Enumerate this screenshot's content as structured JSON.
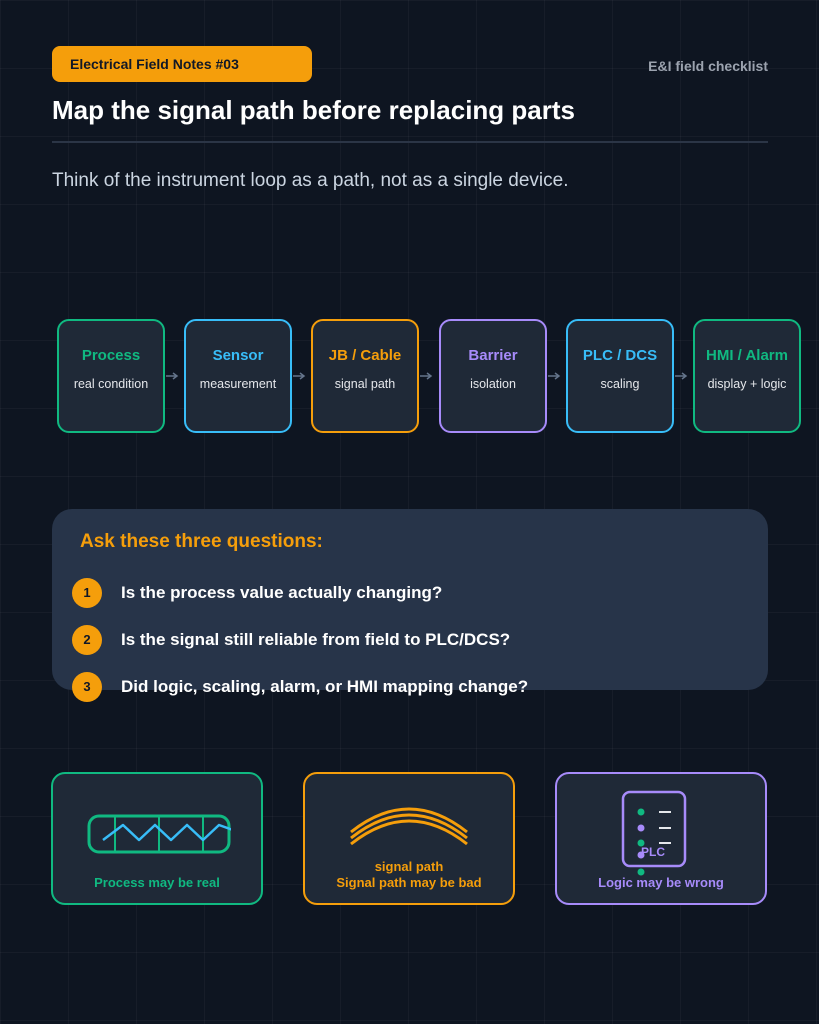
{
  "header": {
    "badge": "Electrical Field Notes #03",
    "topright": "E&I field checklist",
    "title": "Map the signal path before replacing parts",
    "subtitle": "Think of the instrument loop as a path, not as a single device."
  },
  "steps": [
    {
      "name": "Process",
      "desc": "real condition",
      "color": "#10b981"
    },
    {
      "name": "Sensor",
      "desc": "measurement",
      "color": "#38bdf8"
    },
    {
      "name": "JB / Cable",
      "desc": "signal path",
      "color": "#f59e0b"
    },
    {
      "name": "Barrier",
      "desc": "isolation",
      "color": "#a78bfa"
    },
    {
      "name": "PLC / DCS",
      "desc": "scaling",
      "color": "#38bdf8"
    },
    {
      "name": "HMI / Alarm",
      "desc": "display + logic",
      "color": "#10b981"
    }
  ],
  "questions": {
    "title": "Ask these three questions:",
    "items": [
      {
        "num": "1",
        "text": "Is the process value actually changing?"
      },
      {
        "num": "2",
        "text": "Is the signal still reliable from field to PLC/DCS?"
      },
      {
        "num": "3",
        "text": "Did logic, scaling, alarm, or HMI mapping change?"
      }
    ]
  },
  "cards": [
    {
      "label": "Process may be real",
      "color": "#10b981",
      "icon": "process-wave-icon"
    },
    {
      "caption": "signal path",
      "label": "Signal path may be bad",
      "color": "#f59e0b",
      "icon": "cable-bundle-icon"
    },
    {
      "icon_text": "PLC",
      "label": "Logic may be wrong",
      "color": "#a78bfa",
      "icon": "plc-module-icon"
    }
  ],
  "colors": {
    "accent": "#f59e0b",
    "background": "#0e1521",
    "panel": "#273449"
  }
}
